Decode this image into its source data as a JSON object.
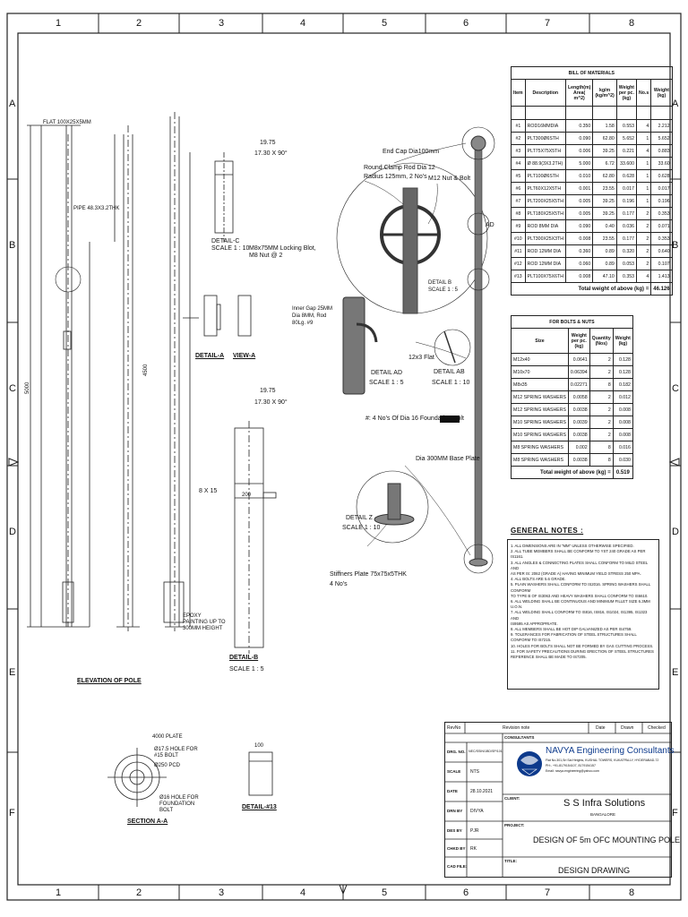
{
  "zones": {
    "top_numbers": [
      "1",
      "2",
      "3",
      "4",
      "5",
      "6",
      "7",
      "8"
    ],
    "side_letters": [
      "A",
      "B",
      "C",
      "D",
      "E",
      "F"
    ]
  },
  "labels": {
    "elevation": "ELEVATION OF POLE",
    "section_aa": "SECTION A-A",
    "detail_13": "DETAIL-#13",
    "detail_a": "DETAIL-A",
    "view_a": "VIEW-A",
    "detail_b": "DETAIL-B",
    "detail_b_scale": "SCALE 1 : 5",
    "detail_c": "DETAIL-C",
    "detail_c_scale": "SCALE 1 : 10",
    "m8_locking": "M8x75MM Locking Blot,",
    "m8_nut": "M8 Nut @ 2",
    "dim_1975": "19.75",
    "dim_1730": "17.30 X 90°",
    "end_cap": "End Cap Dia100mm",
    "round_clamp": "Round Clamp Rod Dia 12",
    "radius": "Radius 125mm, 2 No's",
    "m12_nut": "M12 Nut & Bolt",
    "detail_b_3d": "DETAIL B",
    "detail_b_3d_scale": "SCALE 1 : 5",
    "inner_gap": "Inner Gap 25MM",
    "dia_rod": "Dia 8MM, Rod",
    "rod_no": "80Lg. #9",
    "detail_ad": "DETAIL AD",
    "detail_ad_scale": "SCALE 1 : 5",
    "flat_12x3": "12x3 Flat",
    "detail_ab": "DETAIL AB",
    "detail_ab_scale": "SCALE 1 : 10",
    "foundation": "#: 4 No's Of Dia 16 Foundation Bolt",
    "base_plate": "Dia 300MM Base Plate",
    "detail_z": "DETAIL Z",
    "detail_z_scale": "SCALE 1 : 10",
    "stiffners": "Stiffners Plate 75x75x5THK",
    "stiff_no": "4 No's",
    "dim_200": "200",
    "dim_8x15": "8 X 15",
    "dim_4500": "4500",
    "dim_5000": "5000",
    "ad_label": "AD",
    "flat_top": "FLAT 100X25X5MM",
    "pipe_note": "PIPE 48.3X3.2THK",
    "epoxy": "EPOXY PAINTING UP TO 300MM HEIGHT",
    "section_plate": "4000 PLATE",
    "section_hole": "Ø17.5 HOLE FOR #15 BOLT",
    "section_pcd": "Ø250 PCD",
    "section_bolt": "Ø16 HOLE FOR FOUNDATION BOLT",
    "dim_100": "100"
  },
  "bom": {
    "title": "BILL OF MATERIALS",
    "headers": [
      "Item",
      "Description",
      "Length(m) Area( m^2)",
      "kg/m (kg/m^2)",
      "Weight per pc.(kg)",
      "No.s",
      "Weight (kg)"
    ],
    "rows": [
      [
        "#1",
        "ROD16MMDIA",
        "0.350",
        "1.58",
        "0.553",
        "4",
        "2.212"
      ],
      [
        "#2",
        "PLT300Ø6STH",
        "0.090",
        "62.80",
        "5.652",
        "1",
        "5.652"
      ],
      [
        "#3",
        "PLT75X75X5TH",
        "0.006",
        "39.25",
        "0.221",
        "4",
        "0.883"
      ],
      [
        "#4",
        "Ø 88.9(3X3.2TH)",
        "5.000",
        "6.72",
        "33.600",
        "1",
        "33.60"
      ],
      [
        "#5",
        "PLT100Ø6STH",
        "0.010",
        "62.80",
        "0.628",
        "1",
        "0.628"
      ],
      [
        "#6",
        "PLT60X12X5TH",
        "0.001",
        "23.55",
        "0.017",
        "1",
        "0.017"
      ],
      [
        "#7",
        "PLT200X25X5TH",
        "0.005",
        "39.25",
        "0.196",
        "1",
        "0.196"
      ],
      [
        "#8",
        "PLT180X25X5TH",
        "0.005",
        "39.25",
        "0.177",
        "2",
        "0.353"
      ],
      [
        "#9",
        "ROD 8MM DIA",
        "0.090",
        "0.40",
        "0.036",
        "2",
        "0.071"
      ],
      [
        "#10",
        "PLT300X25X3TH",
        "0.008",
        "23.55",
        "0.177",
        "2",
        "0.353"
      ],
      [
        "#11",
        "ROD 12MM DIA",
        "0.360",
        "0.89",
        "0.320",
        "2",
        "0.640"
      ],
      [
        "#12",
        "ROD 12MM DIA",
        "0.060",
        "0.89",
        "0.053",
        "2",
        "0.107"
      ],
      [
        "#13",
        "PLT100X75X6TH",
        "0.008",
        "47.10",
        "0.353",
        "4",
        "1.413"
      ]
    ],
    "total_label": "Total weight of above (kg) =",
    "total_value": "46.126"
  },
  "bolts": {
    "title": "FOR BOLTS & NUTS",
    "headers": [
      "Size",
      "Weight per pc.(kg)",
      "Quantity (Nos)",
      "Weight (kg)"
    ],
    "rows": [
      [
        "M12x40",
        "0.0641",
        "2",
        "0.128"
      ],
      [
        "M10x70",
        "0.06394",
        "2",
        "0.128"
      ],
      [
        "M8x35",
        "0.02271",
        "8",
        "0.182"
      ],
      [
        "M12 SPRING WASHERS",
        "0.0058",
        "2",
        "0.012"
      ],
      [
        "M12 SPRING WASHERS",
        "0.0038",
        "2",
        "0.008"
      ],
      [
        "M10 SPRING WASHERS",
        "0.0039",
        "2",
        "0.008"
      ],
      [
        "M10 SPRING WASHERS",
        "0.0038",
        "2",
        "0.008"
      ],
      [
        "M8 SPRING WASHERS",
        "0.002",
        "8",
        "0.016"
      ],
      [
        "M8 SPRING WASHERS",
        "0.0038",
        "8",
        "0.030"
      ]
    ],
    "total_label": "Total weight of above (kg) =",
    "total_value": "0.519"
  },
  "notes": {
    "title": "GENERAL NOTES :",
    "items": [
      "1. ALL DIMENSIONS ARE IN \"mm\" UNLESS OTHERWISE SPECIFIED.",
      "2. ALL TUBE MEMBERS SHALL BE CONFORM TO YST 240 GRADE AS PER IS1161.",
      "3. ALL ANGLES & CONNECTING PLATES SHALL CONFORM TO MILD STEEL AND",
      "   AS PER IS: 2062 (GRADE A) HAVING MINIMUM YIELD STRESS 250 Mpa.",
      "4. ALL BOLTS ARE 5.6 GRADE.",
      "5. PLAIN WASHERS SHALL CONFORM TO IS2016. SPRING WASHERS SHALL CONFORM",
      "   TO TYPE B OF IS3063 AND HEAVY WASHERS SHALL CONFORM TO IS6610.",
      "6. ALL WELDING SHALL BE CONTINUOUS AND MINIMUM FILLET SIZE 6.3mm U.O.N.",
      "7. ALL WELDING SHALL CONFORM TO IS816, IS816, IS1024, IS1395, IS1323 AND",
      "   IS9595 AS APPROPRIATE.",
      "8. ALL MEMBERS SHALL BE HOT DIP GALVANIZED AS PER IS4759.",
      "9. TOLERANCES FOR FABRICATION OF STEEL STRUCTURES SHALL CONFORM TO IS7215.",
      "10. HOLES FOR BOLTS SHALL NOT BE FORMED BY GAS CUTTING PROCESS.",
      "11. FOR SAFETY PRECAUTIONS DURING ERECTION OF STEEL STRUCTURES",
      "    REFERENCE SHALL BE MADE TO IS7205."
    ]
  },
  "title_block": {
    "rev_no": "RevNo",
    "revision_note": "Revision note",
    "date": "Date",
    "drawn": "Drawn",
    "checked": "Checked",
    "drg_no_label": "DRG. NO.",
    "drg_no": "NEC/SSIN/1BD/SP/101",
    "consultants": "CONSULTANTS",
    "scale_label": "SCALE",
    "scale": "NTS",
    "date_label": "DATE",
    "date_value": "28.10.2021",
    "drn_label": "DRN BY",
    "drn_by": "DIVYA",
    "des_label": "DES BY",
    "des_by": "PJR",
    "chkd_label": "CHKD BY",
    "chkd_by": "RK",
    "cad_label": "CAD FILE:",
    "company": "NAVYA Engineering Consultants",
    "address": "Flat No.301,Sri Sai Heights, KUSHAL TOWERS, KUKATPALLY, HYDERABAD-72",
    "phone": "PH:- +91-8179154107, 8179154157",
    "email": "Email: navya.engineering@yahoo.com",
    "client_label": "CLIENT:",
    "client": "S S Infra Solutions",
    "client_city": "BANGALORE",
    "project_label": "PROJECT:",
    "project": "DESIGN OF 5m OFC MOUNTING POLE",
    "title_label": "TITLE:",
    "title": "DESIGN DRAWING"
  }
}
